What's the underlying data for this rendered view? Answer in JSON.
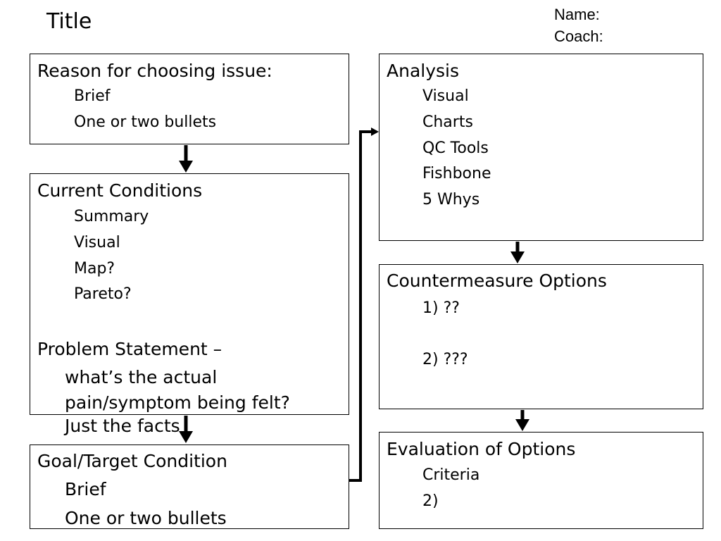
{
  "header": {
    "title": "Title",
    "name_label": "Name:",
    "coach_label": "Coach:"
  },
  "boxes": {
    "reason": {
      "heading": "Reason for choosing issue:",
      "items": [
        "Brief",
        "One or two bullets"
      ]
    },
    "current": {
      "heading": "Current Conditions",
      "items": [
        "Summary",
        "Visual",
        "Map?",
        "Pareto?"
      ],
      "problem_heading": "Problem Statement –",
      "problem_lines": [
        "what’s the actual",
        "pain/symptom being felt?",
        "Just the facts"
      ]
    },
    "goal": {
      "heading": "Goal/Target Condition",
      "items": [
        "Brief",
        "One or two bullets"
      ]
    },
    "analysis": {
      "heading": "Analysis",
      "items": [
        "Visual",
        "Charts",
        "QC Tools",
        "Fishbone",
        "5 Whys"
      ]
    },
    "countermeasure": {
      "heading": "Countermeasure Options",
      "items": [
        "1) ??",
        "2) ???"
      ]
    },
    "evaluation": {
      "heading": "Evaluation of Options",
      "items": [
        "Criteria",
        "2)"
      ]
    }
  }
}
